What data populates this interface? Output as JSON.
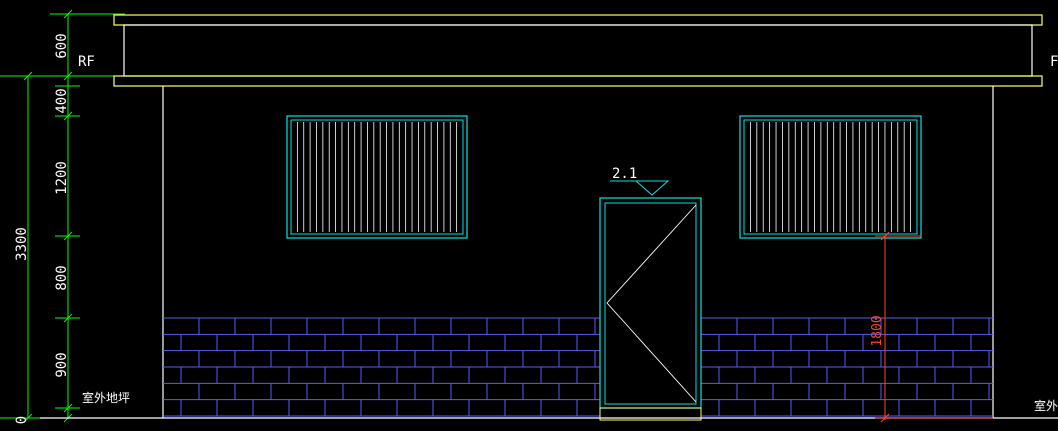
{
  "colors": {
    "background": "#000000",
    "wall_outline": "#ffff66",
    "window_frame": "#00e5e5",
    "window_slats": "#ffffff",
    "door_frame": "#00e5e5",
    "door_swing": "#ffffff",
    "brick": "#5a5aff",
    "dimension_line": "#00ff00",
    "dimension_text": "#ffffff",
    "annotation_red": "#ff4422"
  },
  "dimensions": {
    "total_height": "3300",
    "segments": [
      "600",
      "400",
      "1200",
      "800",
      "900",
      "0"
    ]
  },
  "labels": {
    "roof_left": "RF",
    "roof_right": "F",
    "ground_left": "室外地坪",
    "ground_right": "室外",
    "door_level": "2.1",
    "window_sill_height": "1800"
  },
  "windows": [
    {
      "id": "left",
      "slats": 26
    },
    {
      "id": "right",
      "slats": 26
    }
  ],
  "door": {
    "leaf": "single",
    "swing": "left-hinged"
  },
  "brick_courses": 6
}
